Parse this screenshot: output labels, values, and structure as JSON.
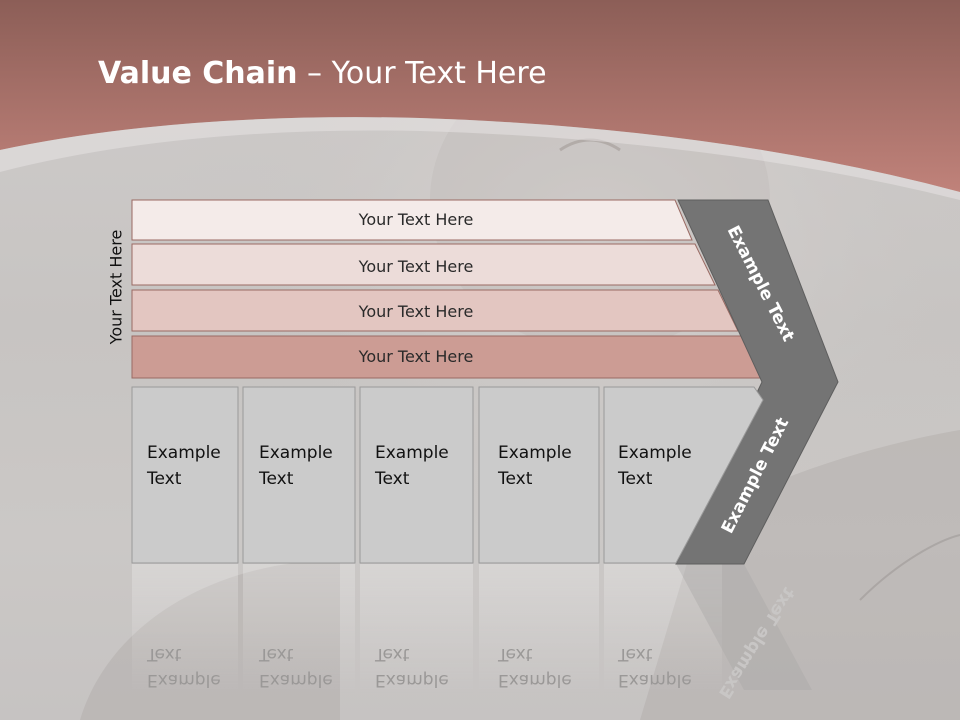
{
  "slide": {
    "title_bold": "Value Chain",
    "title_rest": " – Your Text Here",
    "side_label": "Your Text Here"
  },
  "bars": [
    {
      "label": "Your Text Here",
      "color": "#f4ebe9"
    },
    {
      "label": "Your Text Here",
      "color": "#ecdcd9"
    },
    {
      "label": "Your Text Here",
      "color": "#e3c6c1"
    },
    {
      "label": "Your Text Here",
      "color": "#cc9c94"
    }
  ],
  "boxes": [
    {
      "line1": "Example",
      "line2": "Text"
    },
    {
      "line1": "Example",
      "line2": "Text"
    },
    {
      "line1": "Example",
      "line2": "Text"
    },
    {
      "line1": "Example",
      "line2": "Text"
    },
    {
      "line1": "Example",
      "line2": "Text"
    }
  ],
  "chevron": {
    "upper_label": "Example Text",
    "lower_label": "Example Text",
    "color": "#747474"
  },
  "colors": {
    "header_top": "#8c5e57",
    "header_bottom": "#c0827a",
    "box_fill": "#cbcbcb"
  }
}
